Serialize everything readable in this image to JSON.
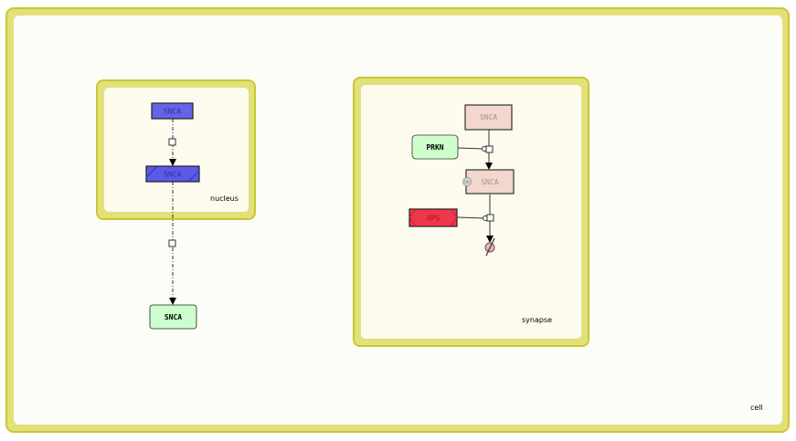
{
  "compartments": {
    "cell": "cell",
    "nucleus": "nucleus",
    "synapse": "synapse"
  },
  "nodes": {
    "snca_nucleus_top": "SNCA",
    "snca_nucleus_mid": "SNCA",
    "snca_cytosol": "SNCA",
    "snca_synapse_top": "SNCA",
    "prkn": "PRKN",
    "snca_synapse_ub": "SNCA",
    "ub_marker": "Ub",
    "ups": "UPS"
  },
  "colors": {
    "compartment_border": "#c8c832",
    "compartment_fill": "#e2e07a",
    "compartment_inner": "#fdfdf5",
    "snca_blue": "#6464e6",
    "green": "#ccffcc",
    "pink": "#f3d6cc",
    "ups_red": "#f0364a"
  }
}
